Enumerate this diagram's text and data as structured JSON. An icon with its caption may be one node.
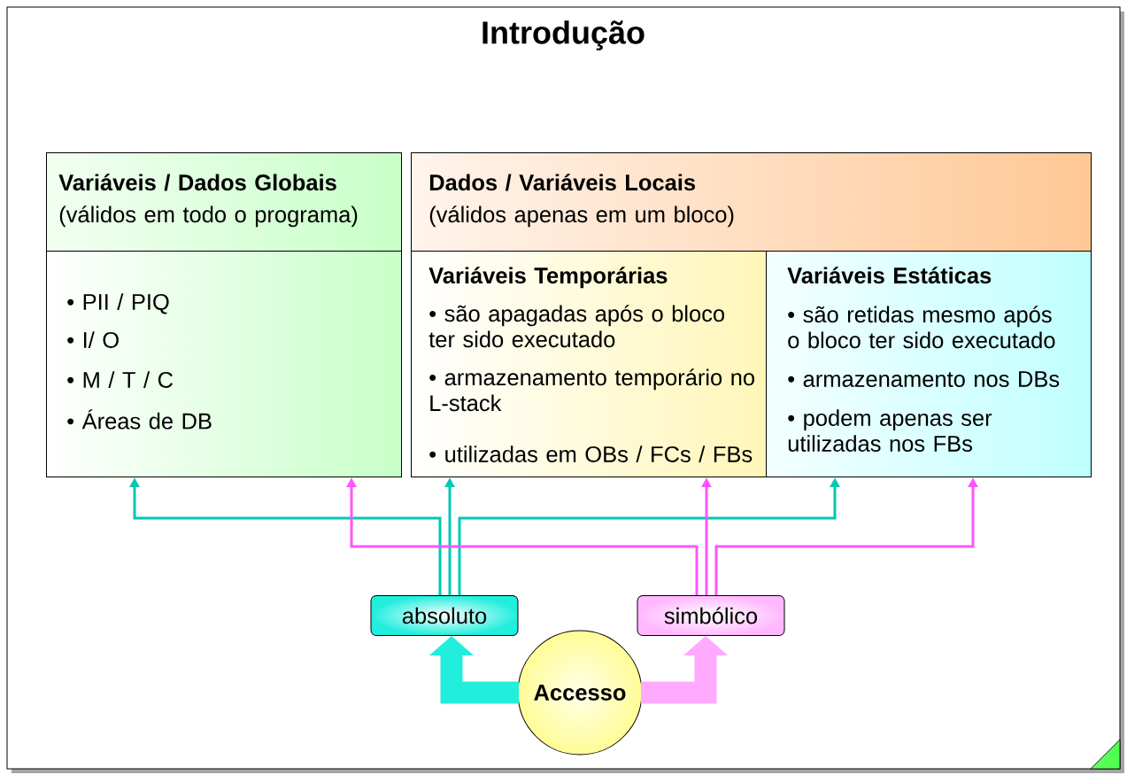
{
  "diagram": {
    "title": "Introdução",
    "nodes": [
      {
        "text": [
          "Variáveis / Dados Globais",
          "(válidos em todo o programa)"
        ]
      },
      {
        "text": [
          "• PII / PIQ",
          "• I/ O",
          "• M / T / C",
          "• Áreas de DB"
        ]
      },
      {
        "text": [
          "Dados / Variáveis Locais",
          "(válidos apenas em um bloco)"
        ]
      },
      {
        "text": [
          "Variáveis Temporárias",
          "• são apagadas após o bloco ter sido executado",
          "• armazenamento temporário no L-stack",
          "• utilizadas em OBs / FCs / FBs"
        ]
      },
      {
        "text": [
          "Variáveis Estáticas",
          "• são retidas mesmo após o bloco ter sido executado",
          "• armazenamento nos DBs",
          "• podem apenas ser utilizadas nos FBs"
        ]
      },
      {
        "text": [
          "absoluto"
        ]
      },
      {
        "text": [
          "simbólico"
        ]
      },
      {
        "text": [
          "Accesso"
        ]
      }
    ],
    "edges": [
      {
        "from": 7,
        "to": 5,
        "arrow": "to",
        "style": "thick",
        "color": "#22eedd"
      },
      {
        "from": 7,
        "to": 6,
        "arrow": "to",
        "style": "thick",
        "color": "#ffaaff"
      },
      {
        "from": 5,
        "to": 1,
        "arrow": "to",
        "color": "#00c8b4"
      },
      {
        "from": 5,
        "to": 3,
        "arrow": "to",
        "color": "#00c8b4"
      },
      {
        "from": 5,
        "to": 4,
        "arrow": "to",
        "color": "#00c8b4"
      },
      {
        "from": 6,
        "to": 1,
        "arrow": "to",
        "color": "#ff55ff"
      },
      {
        "from": 6,
        "to": 3,
        "arrow": "to",
        "color": "#ff55ff"
      },
      {
        "from": 6,
        "to": 4,
        "arrow": "to",
        "color": "#ff55ff"
      }
    ]
  }
}
